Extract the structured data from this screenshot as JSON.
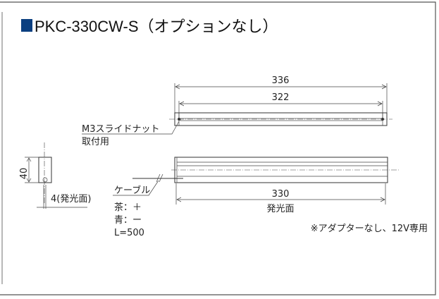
{
  "title": {
    "text": "PKC-330CW-S（オプションなし）",
    "marker_color": "#0b3f80"
  },
  "dimensions": {
    "overall": "336",
    "mount_pitch": "322",
    "emitting_length": "330",
    "emitting_label": "発光面",
    "height": "40",
    "emitting_width": "4(発光面)"
  },
  "labels": {
    "nut_line1": "M3スライドナット",
    "nut_line2": "取付用",
    "cable": "ケーブル",
    "brown": "茶：＋",
    "blue": "青：ー",
    "length": "L=500"
  },
  "note": "※アダプターなし、12V専用"
}
